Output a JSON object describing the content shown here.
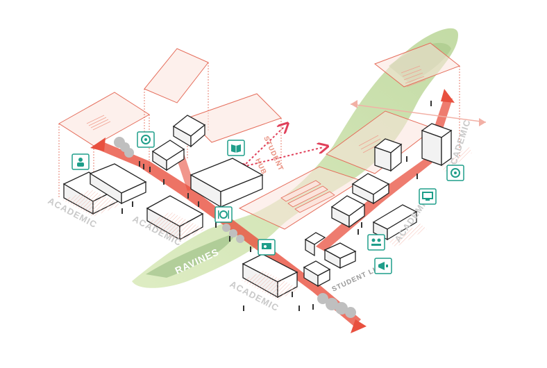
{
  "labels": {
    "academic": "ACADEMIC",
    "academic_cut": "CADEMIC",
    "ravines": "RAVINES",
    "student_hub_line1": "STUDENT",
    "student_hub_line2": "HUB",
    "student_life": "STUDENT LIFE"
  },
  "icons": [
    {
      "name": "person-icon"
    },
    {
      "name": "cycle-icon"
    },
    {
      "name": "book-icon"
    },
    {
      "name": "dining-icon"
    },
    {
      "name": "presentation-icon"
    },
    {
      "name": "meeting-icon"
    },
    {
      "name": "megaphone-icon"
    },
    {
      "name": "computer-icon"
    },
    {
      "name": "cycle-icon"
    }
  ],
  "colors": {
    "path": "#e8503f",
    "ghost_stroke": "#e56e5c",
    "ghost_fill": "#fbe4dc",
    "green": "#cfe3a8",
    "green_dark": "#8fb77a",
    "icon_teal": "#1f9e8a",
    "label_gray": "#c9c9c9"
  }
}
